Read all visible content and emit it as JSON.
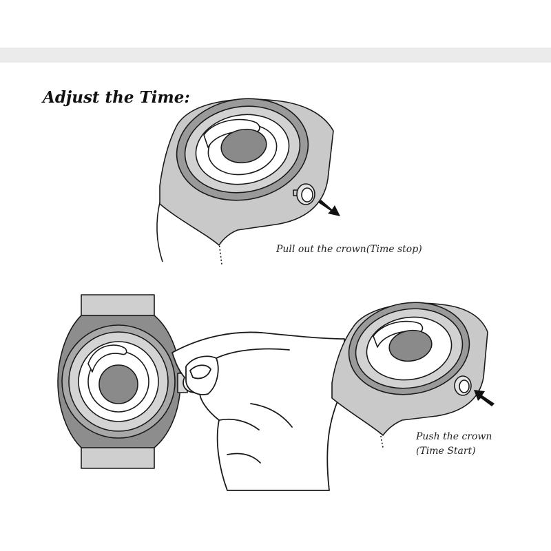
{
  "heading": "Adjust the Time:",
  "step1": {
    "caption": "Pull out the crown(Time stop)"
  },
  "step2": {
    "caption_line1": "Push the crown",
    "caption_line2": "(Time Start)"
  },
  "colors": {
    "case_fill": "#c9c9c9",
    "case_dark": "#8d8d8d",
    "dial_center": "#8a8a8a",
    "outline": "#1a1a1a"
  }
}
